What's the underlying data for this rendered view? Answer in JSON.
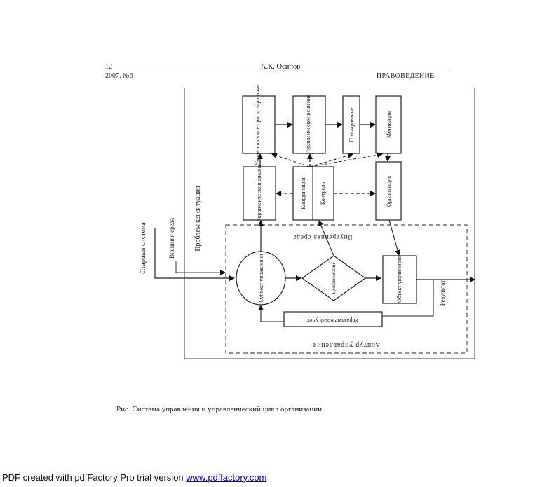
{
  "header": {
    "page_number": "12",
    "author": "А.К. Осипов",
    "issue": "2007. №6",
    "journal": "ПРАВОВЕДЕНИЕ"
  },
  "diagram": {
    "labels": {
      "senior_system": "Старшая система",
      "external_env": "Внешняя среда",
      "problem_situation": "Проблемная ситуация",
      "internal_env": "Внутренняя среда",
      "control_loop": "Контур управления",
      "result": "Результат"
    },
    "boxes": {
      "forecasting": "Управленческое прогнозирование",
      "decision": "Управленческое решение",
      "planning": "Планирование",
      "motivation": "Мотивация",
      "analysis": "Управленческий анализ",
      "coordination": "Координация",
      "control": "Контроль",
      "organization": "Организация",
      "subject": "Субъект управления",
      "goal_setting": "Целеполагание",
      "object": "Объект управления",
      "accounting": "Управленческий учет"
    }
  },
  "caption": "Рис. Система управления и управленческий цикл организации",
  "footer": {
    "text": "PDF created with pdfFactory Pro trial version ",
    "link": "www.pdffactory.com"
  }
}
